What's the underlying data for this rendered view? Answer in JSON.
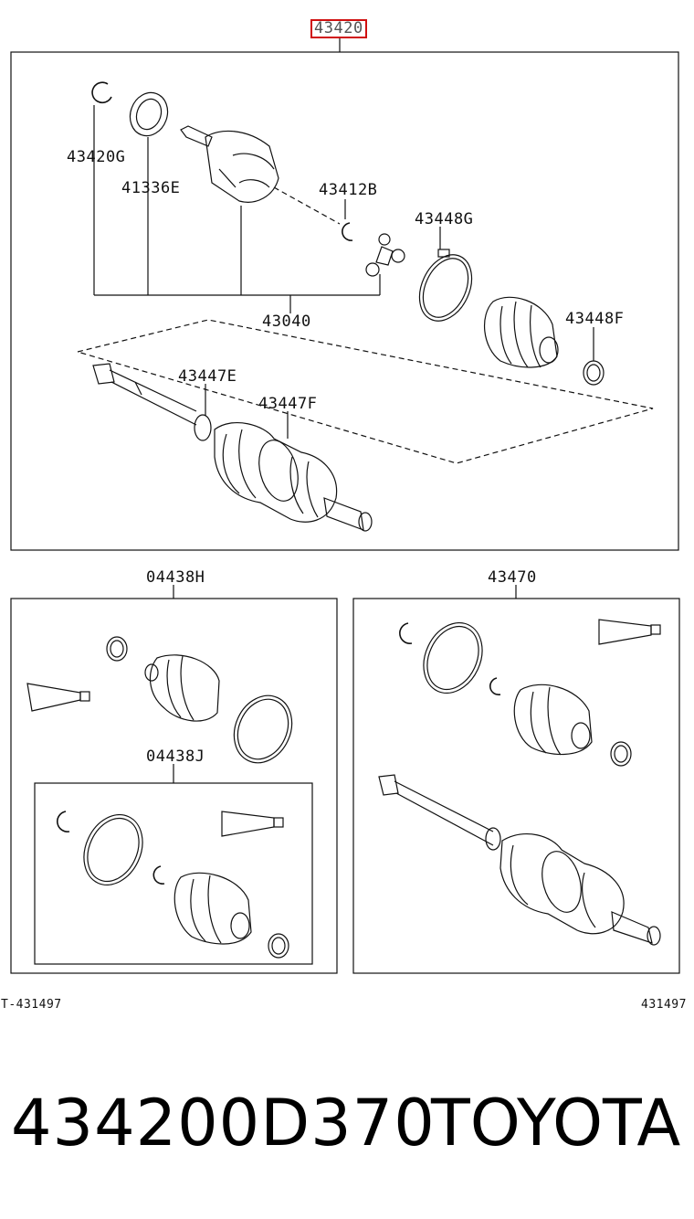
{
  "diagram": {
    "assembly_label": "43420",
    "labels": {
      "snap_ring_g": "43420G",
      "dust_seal": "41336E",
      "snap_ring_b": "43412B",
      "band_g": "43448G",
      "inner_joint_kit": "43040",
      "band_f_right": "43448F",
      "band_e": "43447E",
      "band_f": "43447F",
      "boot_kit_h": "04438H",
      "boot_kit_j": "04438J",
      "shaft_assy": "43470"
    },
    "footer_left": "T-431497",
    "footer_right": "431497"
  },
  "caption": {
    "part_number": "434200D370",
    "brand": "TOYOTA"
  }
}
